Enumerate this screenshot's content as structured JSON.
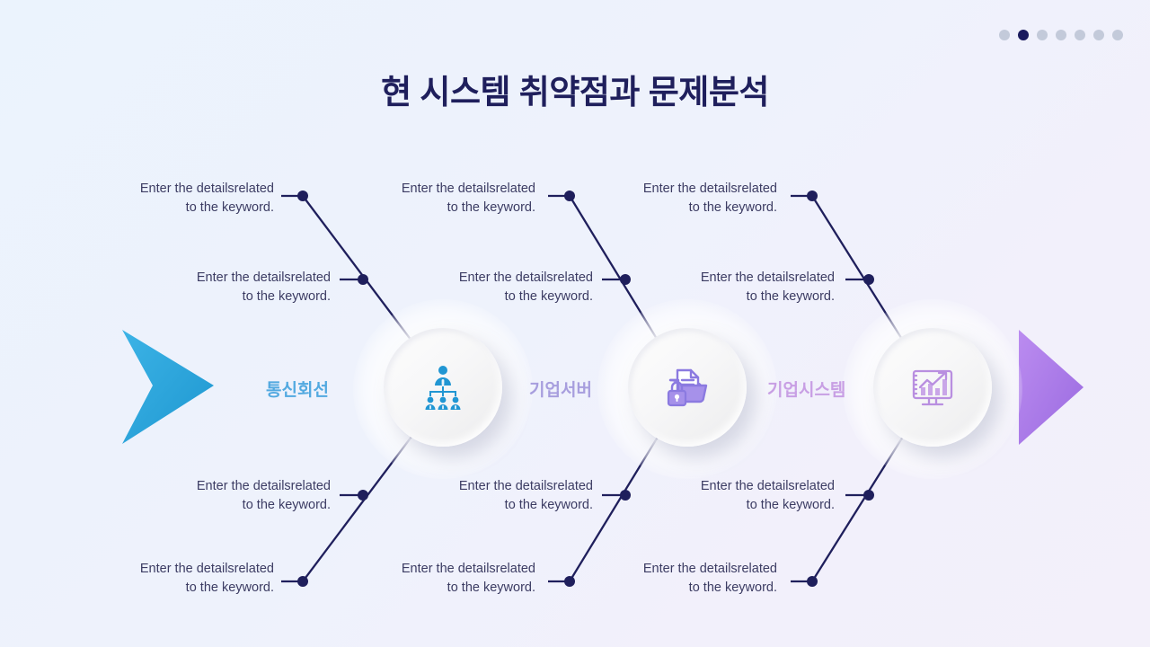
{
  "slide": {
    "title": "현 시스템 취약점과 문제분석",
    "background_start": "#ebf3fd",
    "background_end": "#f3f0fa",
    "title_color": "#1f1f5c"
  },
  "pagination": {
    "total": 7,
    "active_index": 1,
    "active_color": "#1b1b5e",
    "inactive_color": "#c3cada"
  },
  "arrows": {
    "left": {
      "name": "left-chevron-arrow",
      "color": "#2ba4dc"
    },
    "right": {
      "name": "right-triangle-arrow",
      "color": "#ab7ce8"
    }
  },
  "stages": [
    {
      "label": "통신회선",
      "label_color": "#52a9e0",
      "icon": "org-chart-icon",
      "icon_color": "#2196d3"
    },
    {
      "label": "기업서버",
      "label_color": "#a79ede",
      "icon": "secure-folder-lock-icon",
      "icon_color": "#8b7ae0"
    },
    {
      "label": "기업시스템",
      "label_color": "#c89fe4",
      "icon": "analytics-monitor-icon",
      "icon_color": "#b98fe0"
    }
  ],
  "captions": [
    {
      "line1": "Enter the detailsrelated",
      "line2": "to the keyword."
    },
    {
      "line1": "Enter the detailsrelated",
      "line2": "to the keyword."
    },
    {
      "line1": "Enter the detailsrelated",
      "line2": "to the keyword."
    },
    {
      "line1": "Enter the detailsrelated",
      "line2": "to the keyword."
    },
    {
      "line1": "Enter the detailsrelated",
      "line2": "to the keyword."
    },
    {
      "line1": "Enter the detailsrelated",
      "line2": "to the keyword."
    },
    {
      "line1": "Enter the detailsrelated",
      "line2": "to the keyword."
    },
    {
      "line1": "Enter the detailsrelated",
      "line2": "to the keyword."
    },
    {
      "line1": "Enter the detailsrelated",
      "line2": "to the keyword."
    },
    {
      "line1": "Enter the detailsrelated",
      "line2": "to the keyword."
    },
    {
      "line1": "Enter the detailsrelated",
      "line2": "to the keyword."
    },
    {
      "line1": "Enter the detailsrelated",
      "line2": "to the keyword."
    }
  ],
  "connector": {
    "line_color": "#1f1f5c",
    "dot_color": "#1f1f5c"
  }
}
